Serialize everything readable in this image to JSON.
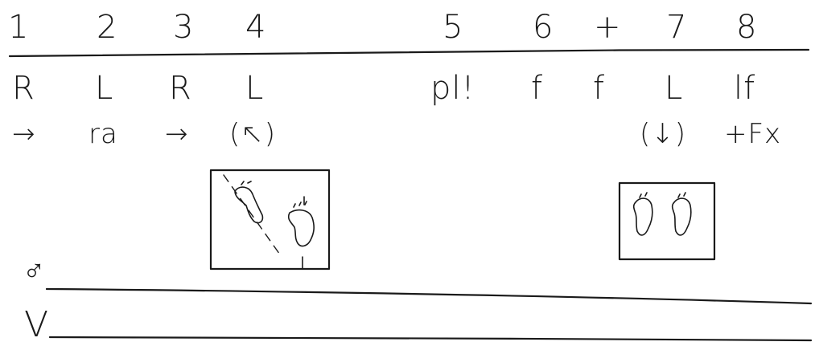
{
  "counts": [
    "1",
    "2",
    "3",
    "4",
    "5",
    "6",
    "+",
    "7",
    "8"
  ],
  "steps_row": {
    "left": [
      "R",
      "L",
      "R",
      "L"
    ],
    "right": [
      "pl!",
      "f",
      "f",
      "L",
      "lf"
    ]
  },
  "arrows_row": {
    "a": "→",
    "ra": "ra",
    "b": "→",
    "c": "(↖)",
    "d": "(↓)",
    "fx": "+Fx"
  },
  "staff_markers": {
    "upper": "♂",
    "lower": "V"
  },
  "icons": [
    "footprint-diagonal-icon",
    "footprint-parallel-icon",
    "arrow-right-icon",
    "male-symbol-icon"
  ]
}
